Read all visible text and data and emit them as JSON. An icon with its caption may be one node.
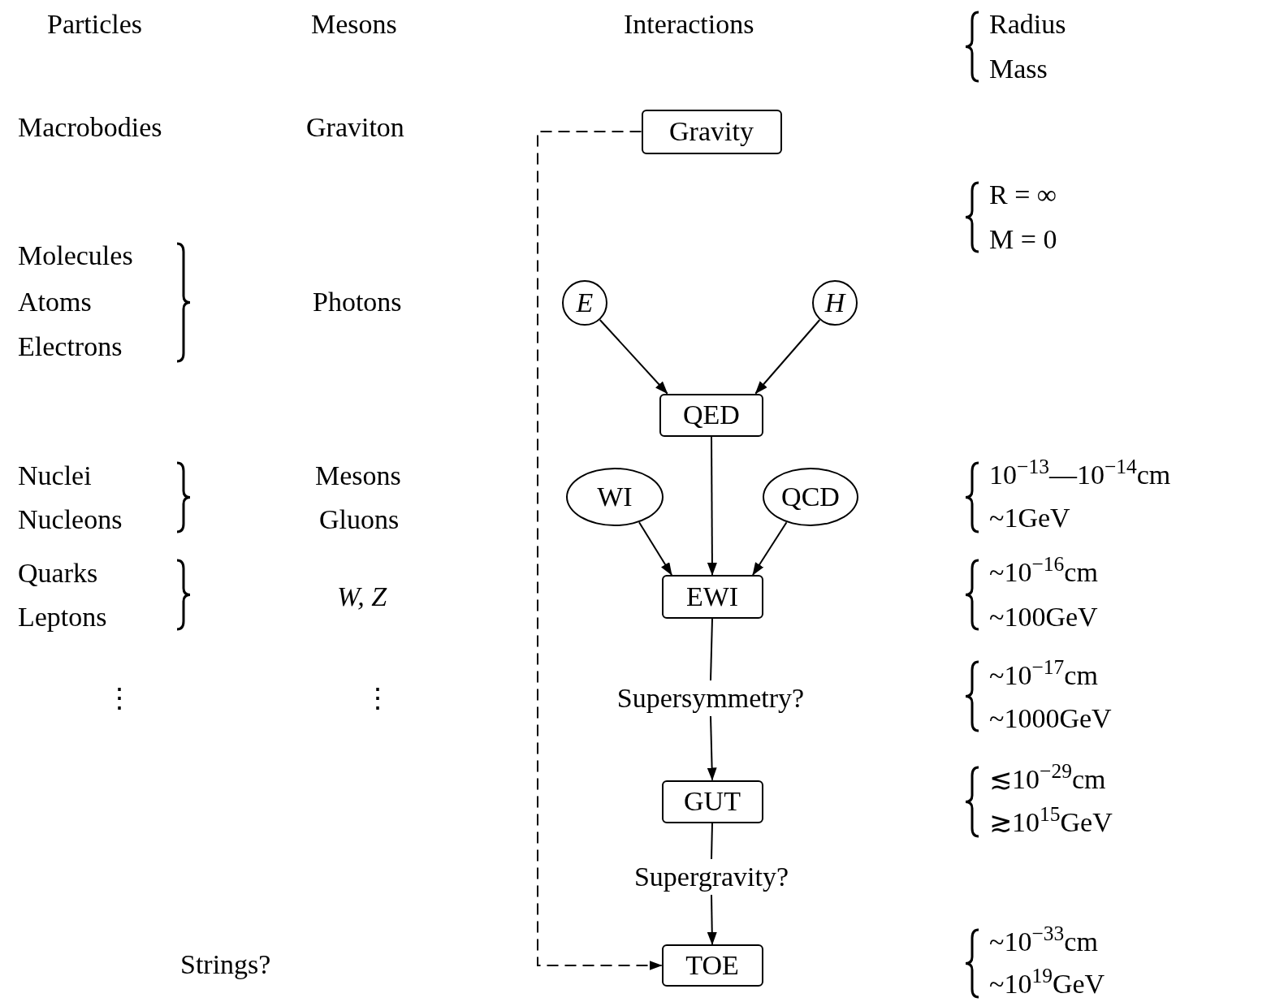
{
  "diagram": {
    "nodes": [
      {
        "text": [
          "Gravity"
        ]
      },
      {
        "text": [
          "E"
        ]
      },
      {
        "text": [
          "H"
        ]
      },
      {
        "text": [
          "QED"
        ]
      },
      {
        "text": [
          "WI"
        ]
      },
      {
        "text": [
          "QCD"
        ]
      },
      {
        "text": [
          "EWI"
        ]
      },
      {
        "text": [
          "Supersymmetry?"
        ]
      },
      {
        "text": [
          "GUT"
        ]
      },
      {
        "text": [
          "Supergravity?"
        ]
      },
      {
        "text": [
          "TOE"
        ]
      }
    ],
    "edges": [
      {
        "from": 0,
        "to": 10,
        "arrow": "to",
        "style": "dashed"
      },
      {
        "from": 1,
        "to": 3,
        "arrow": "to"
      },
      {
        "from": 2,
        "to": 3,
        "arrow": "to"
      },
      {
        "from": 3,
        "to": 6,
        "arrow": "to"
      },
      {
        "from": 4,
        "to": 6,
        "arrow": "to"
      },
      {
        "from": 5,
        "to": 6,
        "arrow": "to"
      },
      {
        "from": 6,
        "to": 7,
        "arrow": "none"
      },
      {
        "from": 7,
        "to": 8,
        "arrow": "to"
      },
      {
        "from": 8,
        "to": 9,
        "arrow": "none"
      },
      {
        "from": 9,
        "to": 10,
        "arrow": "to"
      }
    ],
    "labels": [
      "Particles",
      "Mesons",
      "Interactions",
      "Radius",
      "Mass",
      "Macrobodies",
      "Graviton",
      "R = ∞",
      "M = 0",
      "Molecules",
      "Atoms",
      "Electrons",
      "Photons",
      "Nuclei",
      "Nucleons",
      "Mesons",
      "Gluons",
      "10$^{−13}$—10$^{−14}$cm",
      "~1GeV",
      "Quarks",
      "Leptons",
      "W, Z",
      "~10$^{−16}$cm",
      "~100GeV",
      "⋮",
      "⋮",
      "~10$^{−17}$cm",
      "~1000GeV",
      "≲10$^{−29}$cm",
      "≳10$^{15}$GeV",
      "Strings?",
      "~10$^{−33}$cm",
      "~10$^{19}$GeV"
    ]
  }
}
